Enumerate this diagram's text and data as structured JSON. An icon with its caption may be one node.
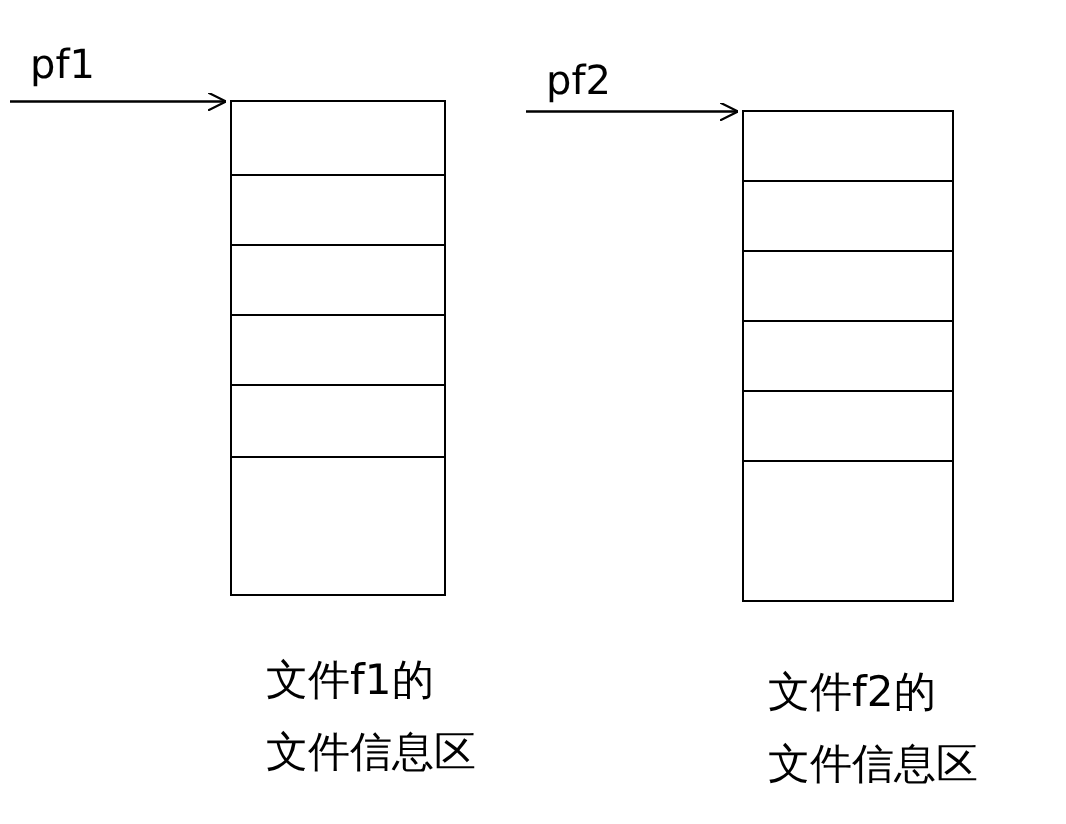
{
  "diagram": {
    "nodes": [
      {
        "text": [
          "pf1"
        ]
      },
      {
        "text": [],
        "shape": "box",
        "beside": [
          "文件f1的",
          "文件信息区"
        ]
      },
      {
        "text": [
          "pf2"
        ]
      },
      {
        "text": [],
        "shape": "box",
        "beside": [
          "文件f2的",
          "文件信息区"
        ]
      }
    ],
    "edges": [
      {
        "from": 0,
        "to": 1,
        "arrow": "to"
      },
      {
        "from": 2,
        "to": 3,
        "arrow": "to"
      }
    ]
  }
}
